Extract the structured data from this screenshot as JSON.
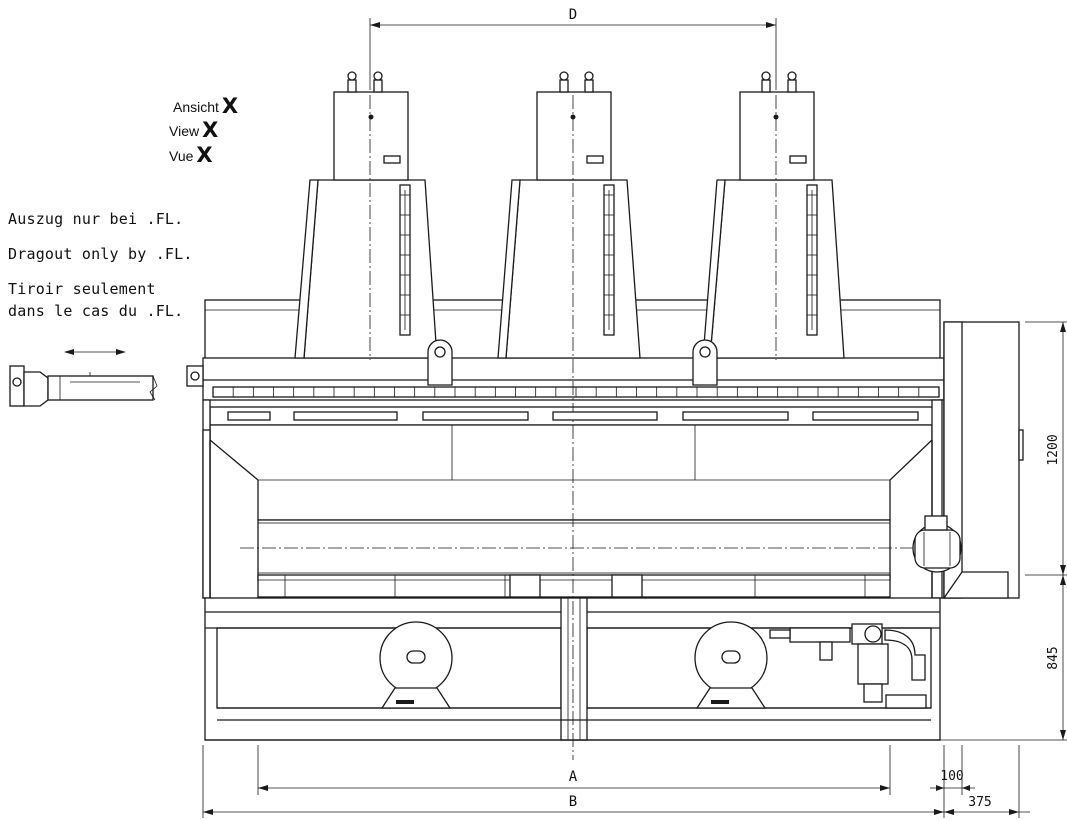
{
  "view_labels": {
    "line1": "Ansicht",
    "line2": "View",
    "line3": "Vue",
    "mark": "X"
  },
  "notes": {
    "de": "Auszug nur bei .FL.",
    "en": "Dragout only by .FL.",
    "fr_line1": "Tiroir seulement",
    "fr_line2": "dans le cas du .FL."
  },
  "dimensions": {
    "top": "D",
    "bottom_inner": "A",
    "bottom_outer": "B",
    "right_small": "100",
    "right_depth": "375",
    "height_upper": "1200",
    "height_lower": "845"
  },
  "colors": {
    "line": "#1a1a1a",
    "background": "#ffffff"
  }
}
